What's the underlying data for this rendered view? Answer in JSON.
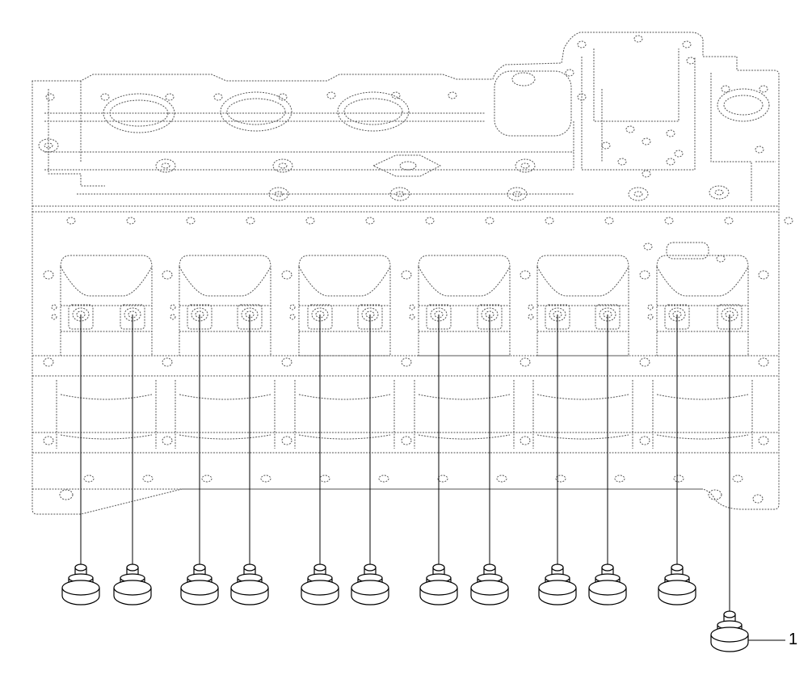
{
  "diagram": {
    "part_callout": "1",
    "colors": {
      "line": "#000000",
      "dotted": "#555555",
      "background": "#ffffff"
    },
    "plug_count": 12,
    "cylinder_count": 6
  }
}
